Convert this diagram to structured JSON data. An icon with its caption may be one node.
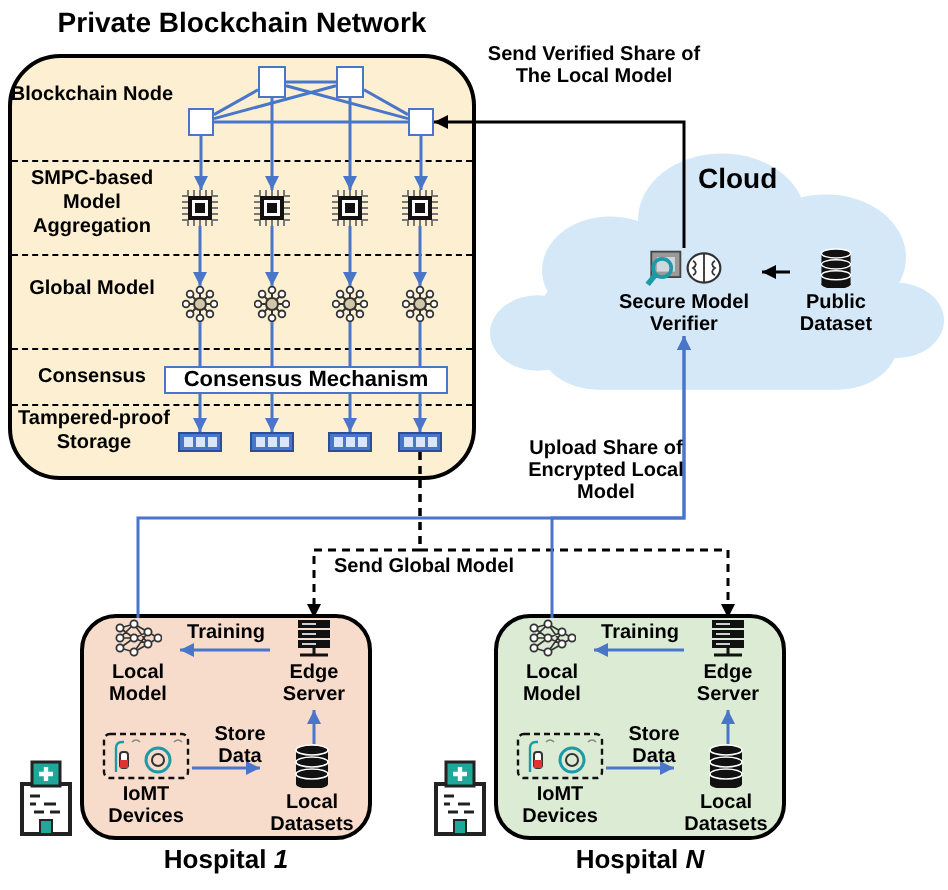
{
  "diagram": {
    "nodes": [
      {
        "text": [
          "Private Blockchain Network"
        ]
      },
      {
        "text": [],
        "shape": "box",
        "in": 0
      },
      {
        "text": [],
        "shape": "box",
        "in": 0
      },
      {
        "text": [],
        "shape": "box",
        "in": 0
      },
      {
        "text": [],
        "shape": "box",
        "in": 0
      },
      {
        "text": [],
        "shape": "chip",
        "in": 0
      },
      {
        "text": [],
        "shape": "chip",
        "in": 0
      },
      {
        "text": [],
        "shape": "chip",
        "in": 0
      },
      {
        "text": [],
        "shape": "chip",
        "in": 0
      },
      {
        "text": [],
        "shape": "network",
        "in": 0
      },
      {
        "text": [],
        "shape": "network",
        "in": 0
      },
      {
        "text": [],
        "shape": "network",
        "in": 0
      },
      {
        "text": [],
        "shape": "network",
        "in": 0
      },
      {
        "text": [
          "Consensus Mechanism"
        ],
        "in": 0
      },
      {
        "text": [],
        "shape": "block",
        "in": 0
      },
      {
        "text": [],
        "shape": "block",
        "in": 0
      },
      {
        "text": [],
        "shape": "block",
        "in": 0
      },
      {
        "text": [],
        "shape": "block",
        "in": 0
      },
      {
        "text": [
          "Cloud"
        ]
      },
      {
        "text": [
          "Secure Model Verifier"
        ],
        "in": 18
      },
      {
        "text": [
          "Public Dataset"
        ],
        "in": 18
      },
      {
        "text": [
          "Hospital *1*"
        ]
      },
      {
        "text": [
          "Local Model"
        ],
        "in": 21
      },
      {
        "text": [
          "Edge Server"
        ],
        "in": 21
      },
      {
        "text": [
          "IoMT Devices"
        ],
        "in": 21
      },
      {
        "text": [
          "Local Datasets"
        ],
        "in": 21
      },
      {
        "text": [
          "Hospital *N*"
        ]
      },
      {
        "text": [
          "Local Model"
        ],
        "in": 26
      },
      {
        "text": [
          "Edge Server"
        ],
        "in": 26
      },
      {
        "text": [
          "IoMT Devices"
        ],
        "in": 26
      },
      {
        "text": [
          "Local Datasets"
        ],
        "in": 26
      }
    ],
    "edges": [
      {
        "from": 1,
        "to": 2,
        "arrow": "none"
      },
      {
        "from": 1,
        "to": 3,
        "arrow": "none"
      },
      {
        "from": 1,
        "to": 4,
        "arrow": "none"
      },
      {
        "from": 2,
        "to": 3,
        "arrow": "none"
      },
      {
        "from": 2,
        "to": 4,
        "arrow": "none"
      },
      {
        "from": 3,
        "to": 4,
        "arrow": "none"
      },
      {
        "from": 1,
        "to": 5,
        "arrow": "to"
      },
      {
        "from": 2,
        "to": 6,
        "arrow": "to"
      },
      {
        "from": 3,
        "to": 7,
        "arrow": "to"
      },
      {
        "from": 4,
        "to": 8,
        "arrow": "to"
      },
      {
        "from": 5,
        "to": 9,
        "arrow": "to"
      },
      {
        "from": 6,
        "to": 10,
        "arrow": "to"
      },
      {
        "from": 7,
        "to": 11,
        "arrow": "to"
      },
      {
        "from": 8,
        "to": 12,
        "arrow": "to"
      },
      {
        "from": 9,
        "to": 13,
        "arrow": "none"
      },
      {
        "from": 10,
        "to": 13,
        "arrow": "none"
      },
      {
        "from": 11,
        "to": 13,
        "arrow": "none"
      },
      {
        "from": 12,
        "to": 13,
        "arrow": "none"
      },
      {
        "from": 13,
        "to": 14,
        "arrow": "to"
      },
      {
        "from": 13,
        "to": 15,
        "arrow": "to"
      },
      {
        "from": 13,
        "to": 16,
        "arrow": "to"
      },
      {
        "from": 13,
        "to": 17,
        "arrow": "to"
      },
      {
        "from": 20,
        "to": 19,
        "arrow": "to",
        "color": "#000000"
      },
      {
        "from": 19,
        "to": 4,
        "arrow": "to",
        "label": "Send Verified Share of The Local Model",
        "color": "#000000"
      },
      {
        "from": 17,
        "to": 23,
        "arrow": "to",
        "label": "Send Global Model",
        "style": "dashed",
        "color": "#000000"
      },
      {
        "from": 17,
        "to": 28,
        "arrow": "to",
        "style": "dashed",
        "color": "#000000"
      },
      {
        "from": 23,
        "to": 22,
        "arrow": "to",
        "label": "Training"
      },
      {
        "from": 24,
        "to": 25,
        "arrow": "to",
        "label": "Store Data"
      },
      {
        "from": 25,
        "to": 23,
        "arrow": "to"
      },
      {
        "from": 28,
        "to": 27,
        "arrow": "to",
        "label": "Training"
      },
      {
        "from": 29,
        "to": 30,
        "arrow": "to",
        "label": "Store Data"
      },
      {
        "from": 30,
        "to": 28,
        "arrow": "to"
      },
      {
        "from": 22,
        "to": 19,
        "arrow": "to",
        "label": "Upload Share of Encrypted Local Model"
      },
      {
        "from": 27,
        "to": 19,
        "arrow": "to"
      }
    ],
    "labels": [
      "Blockchain Node",
      "SMPC-based Model Aggregation",
      "Global Model",
      "Consensus",
      "Tampered-proof Storage"
    ]
  }
}
